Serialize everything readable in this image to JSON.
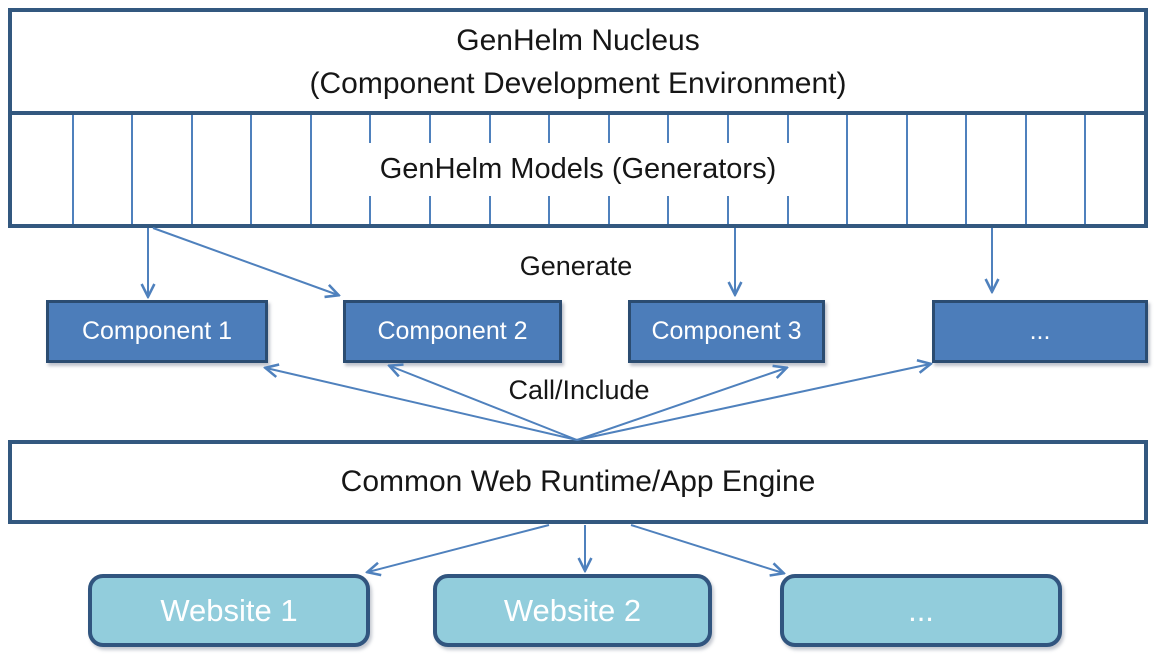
{
  "colors": {
    "frame_border": "#33587F",
    "component_fill": "#4C7DBA",
    "component_border": "#2B4C71",
    "website_fill": "#92CDDC",
    "website_border": "#31557F",
    "arrow": "#4F81BD"
  },
  "nucleus": {
    "line1": "GenHelm Nucleus",
    "line2": "(Component Development Environment)"
  },
  "models": {
    "label": "GenHelm Models (Generators)",
    "divider_count": 18
  },
  "flow_labels": {
    "generate": "Generate",
    "call_include": "Call/Include"
  },
  "components": [
    {
      "label": "Component 1"
    },
    {
      "label": "Component 2"
    },
    {
      "label": "Component 3"
    },
    {
      "label": "..."
    }
  ],
  "runtime": {
    "label": "Common Web Runtime/App Engine"
  },
  "websites": [
    {
      "label": "Website 1"
    },
    {
      "label": "Website 2"
    },
    {
      "label": "..."
    }
  ],
  "arrows": {
    "generate": [
      [
        148,
        228,
        148,
        296
      ],
      [
        153,
        228,
        338,
        295
      ],
      [
        735,
        228,
        735,
        294
      ],
      [
        992,
        228,
        992,
        291
      ]
    ],
    "call_include": [
      [
        577,
        440,
        266,
        368
      ],
      [
        577,
        440,
        390,
        366
      ],
      [
        577,
        440,
        786,
        368
      ],
      [
        577,
        440,
        930,
        364
      ]
    ],
    "deploy": [
      [
        549,
        525,
        368,
        572
      ],
      [
        585,
        525,
        585,
        570
      ],
      [
        631,
        525,
        783,
        573
      ]
    ]
  }
}
